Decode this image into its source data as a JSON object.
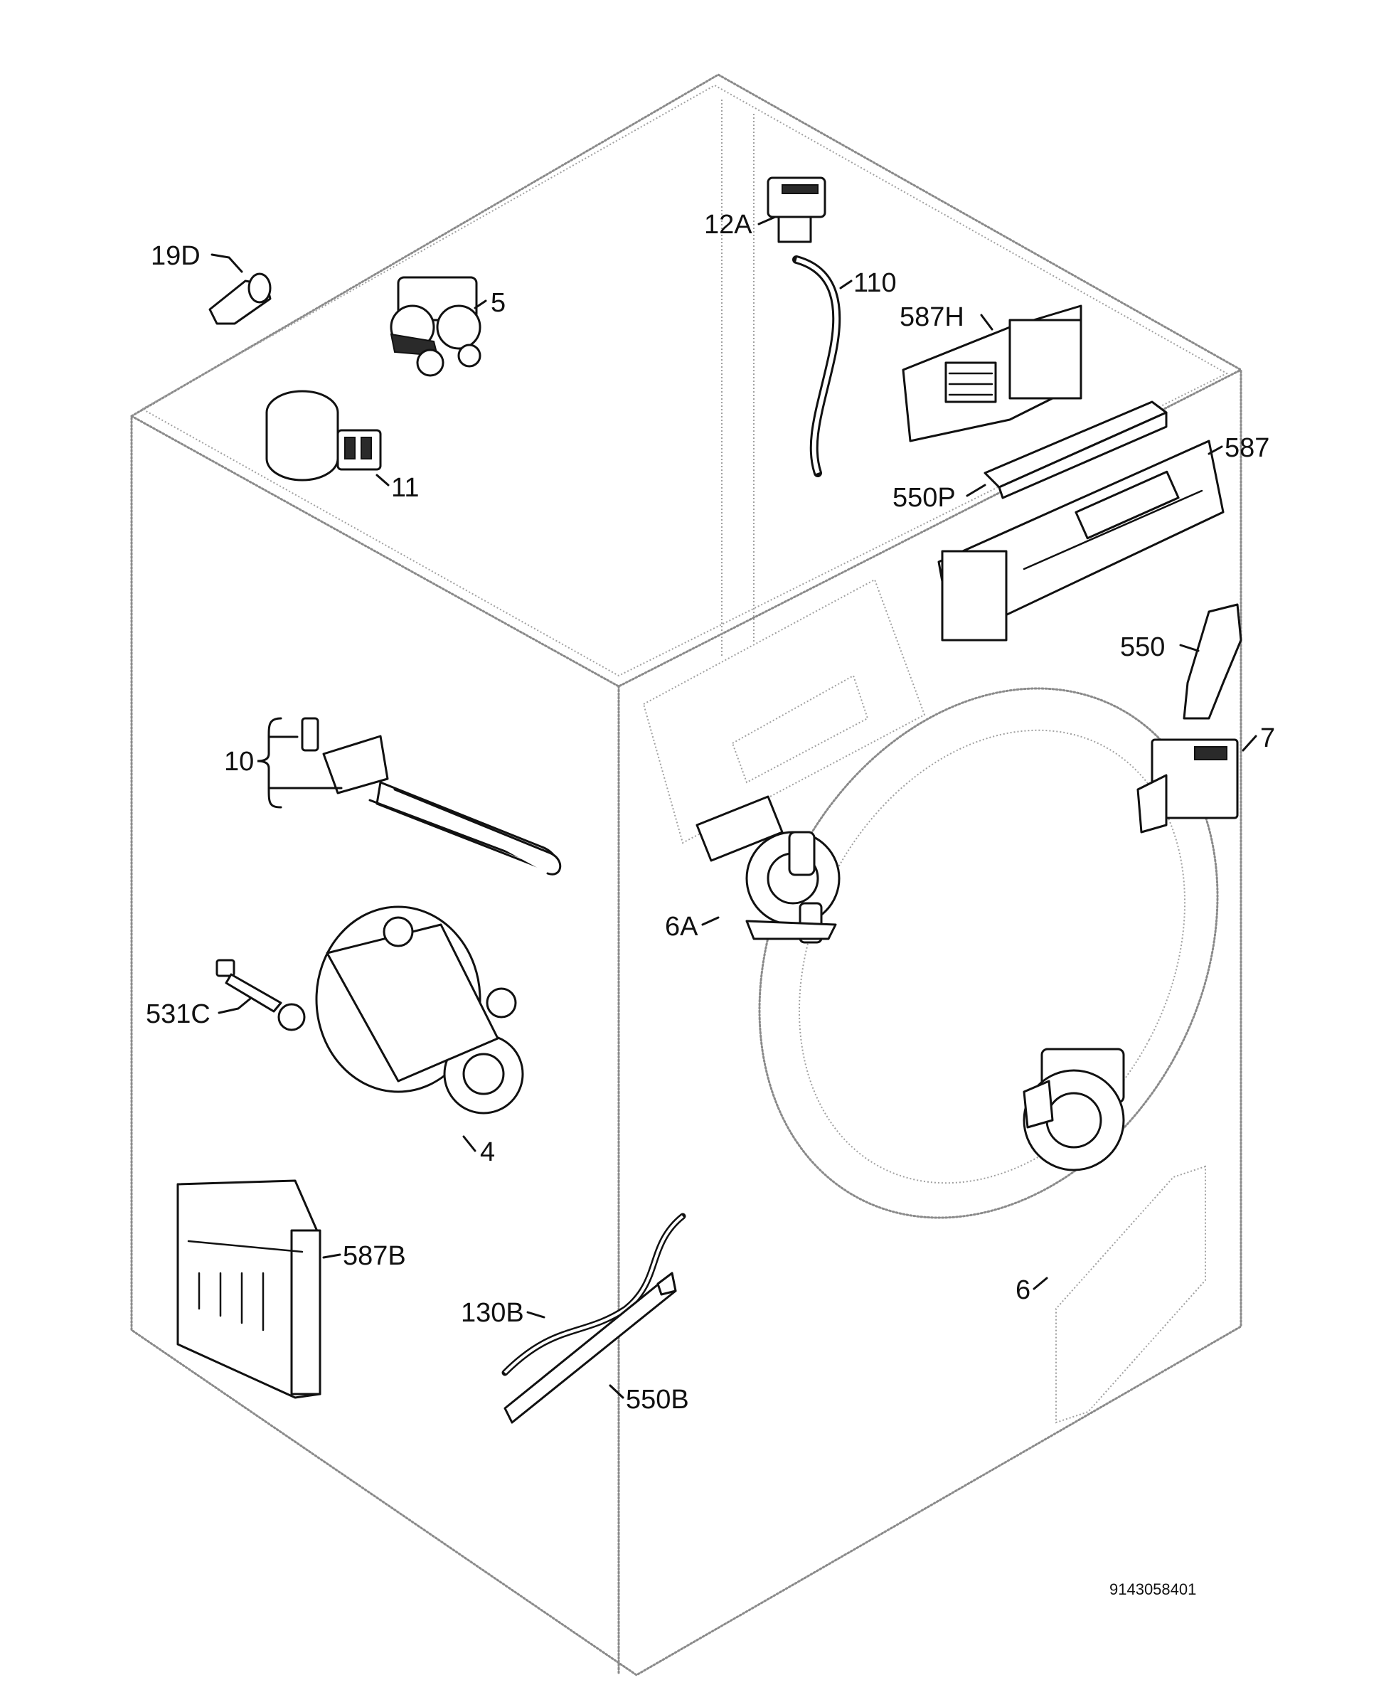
{
  "labels": {
    "p12A": "12A",
    "p110": "110",
    "p19D": "19D",
    "p5": "5",
    "p587H": "587H",
    "p11": "11",
    "p587": "587",
    "p550P": "550P",
    "p550": "550",
    "p7": "7",
    "p10": "10",
    "p6A": "6A",
    "p531C": "531C",
    "p4": "4",
    "p587B": "587B",
    "p130B": "130B",
    "p550B": "550B",
    "p6": "6"
  },
  "drawing_number": "9143058401"
}
